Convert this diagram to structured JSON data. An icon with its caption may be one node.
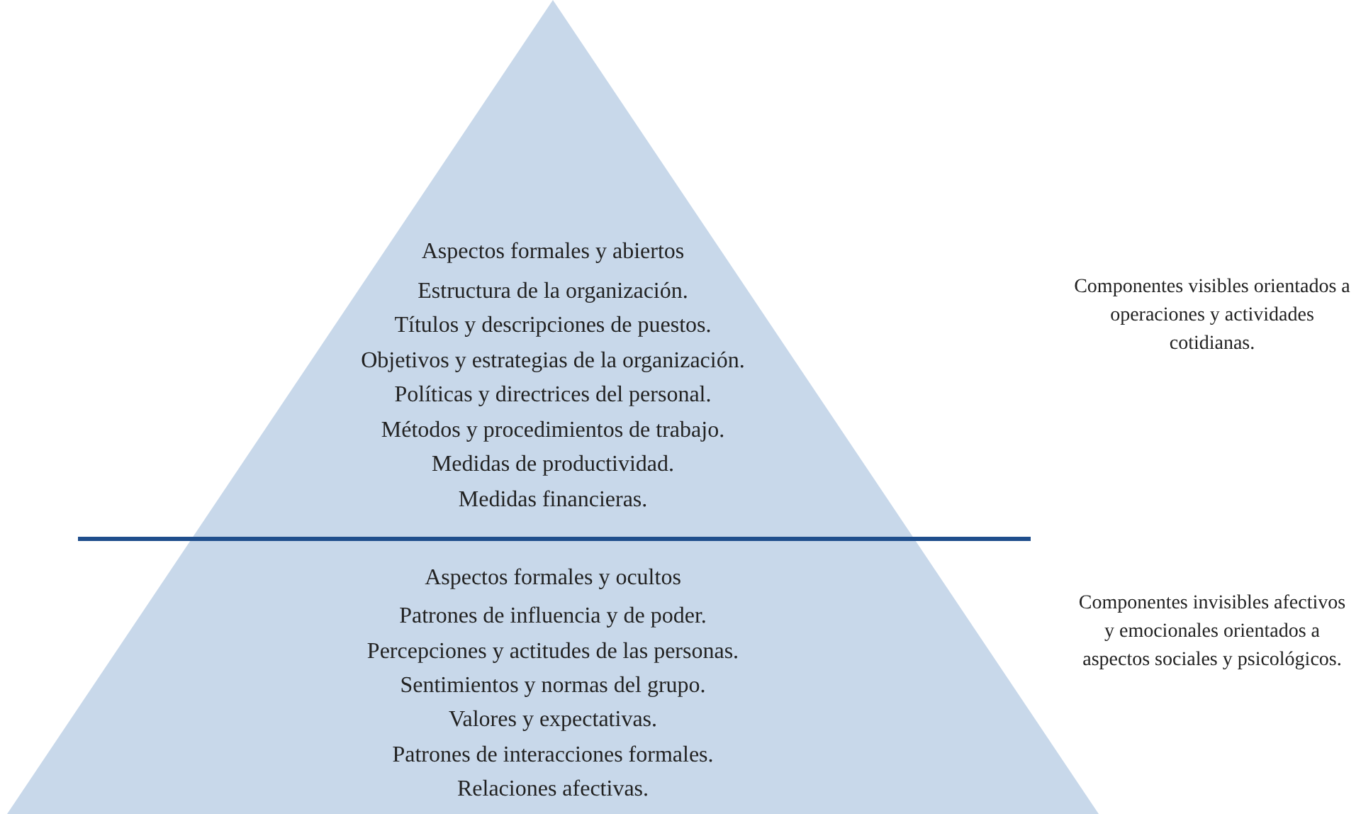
{
  "diagram": {
    "nodes": [
      {
        "text": [
          "Aspectos formales y abiertos",
          "Estructura de la organización.",
          "Títulos y descripciones de puestos.",
          "Objetivos y estrategias de la organización.",
          "Políticas y directrices del personal.",
          "Métodos y procedimientos de trabajo.",
          "Medidas de productividad.",
          "Medidas financieras."
        ]
      },
      {
        "text": [
          "Aspectos formales y ocultos",
          "Patrones de influencia y de poder.",
          "Percepciones y actitudes de las personas.",
          "Sentimientos y normas del grupo.",
          "Valores y expectativas.",
          "Patrones de interacciones formales.",
          "Relaciones afectivas."
        ]
      }
    ],
    "edges": [],
    "labels": [
      "Componentes visibles orientados a operaciones y actividades cotidianas.",
      "Componentes invisibles afectivos y emocionales orientados a aspectos sociales y psicológicos."
    ]
  }
}
